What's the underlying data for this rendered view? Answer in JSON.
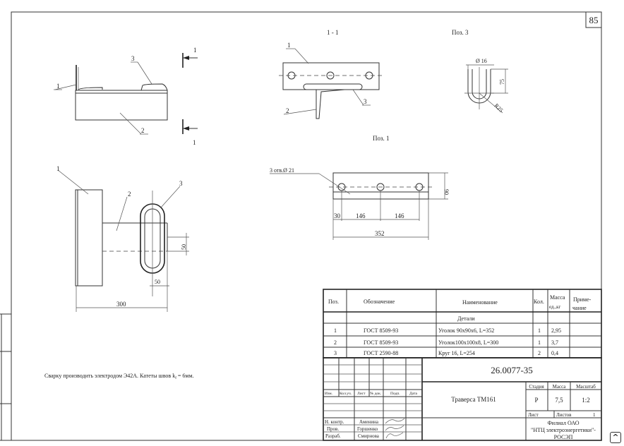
{
  "sheet_number": "85",
  "views": {
    "side_view": {
      "labels": [
        "1",
        "2",
        "3"
      ],
      "section_mark": "1"
    },
    "section_1_1": {
      "title": "1 - 1",
      "labels": [
        "1",
        "2",
        "3"
      ]
    },
    "pos3": {
      "title": "Поз. 3",
      "diameter": "Ø 16",
      "height": "75",
      "radius": "R25"
    },
    "pos1": {
      "title": "Поз. 1",
      "holes": "3 отв.Ø 21",
      "height": "90",
      "dim_edge": "30",
      "dim_pitch_1": "146",
      "dim_pitch_2": "146",
      "length": "352"
    },
    "plan_view": {
      "labels": [
        "1",
        "2",
        "3"
      ],
      "dim_loop_height": "50",
      "dim_loop_width": "50",
      "length": "300"
    }
  },
  "note": "Сварку производить электродом Э42А. Катеты швов k",
  "note_sub": "f",
  "note_tail": " = 6мм.",
  "spec_table": {
    "headers": [
      "Поз.",
      "Обозначение",
      "Наименование",
      "Кол.",
      "Масса ед.,кг",
      "Приме-чание"
    ],
    "header_mass": [
      "Масса",
      "ед.,кг"
    ],
    "header_note": [
      "Приме-",
      "чание"
    ],
    "section": "Детали",
    "rows": [
      {
        "pos": "1",
        "designation": "ГОСТ 8509-93",
        "name": "Уголок 90x90x6,   L=352",
        "qty": "1",
        "mass": "2,95",
        "note": ""
      },
      {
        "pos": "2",
        "designation": "ГОСТ 8509-93",
        "name": "Уголок100x100x8,   L=300",
        "qty": "1",
        "mass": "3,7",
        "note": ""
      },
      {
        "pos": "3",
        "designation": "ГОСТ 2590-88",
        "name": "Круг 16,   L=254",
        "qty": "2",
        "mass": "0,4",
        "note": ""
      }
    ]
  },
  "title_block": {
    "doc_code": "26.0077-35",
    "title": "Траверса ТМ161",
    "rev_headers": [
      "Изм.",
      "Кол.уч.",
      "Лист",
      "№ док.",
      "Подп.",
      "Дата"
    ],
    "stage_label": "Стадия",
    "mass_label": "Масса",
    "scale_label": "Масштаб",
    "stage": "Р",
    "mass": "7,5",
    "scale": "1:2",
    "sheet_label": "Лист",
    "sheets_label": "Листов",
    "sheets": "1",
    "org": [
      "Филиал ОАО",
      "\"НТЦ электроэнергетики\"-",
      "РОСЭП"
    ],
    "signatures": [
      {
        "role": "Н. контр.",
        "name": "Аменина"
      },
      {
        "role": "Пров.",
        "name": "Горшенко"
      },
      {
        "role": "Разраб.",
        "name": "Смирнова"
      }
    ]
  },
  "corner_icon": "up-chevron-icon"
}
